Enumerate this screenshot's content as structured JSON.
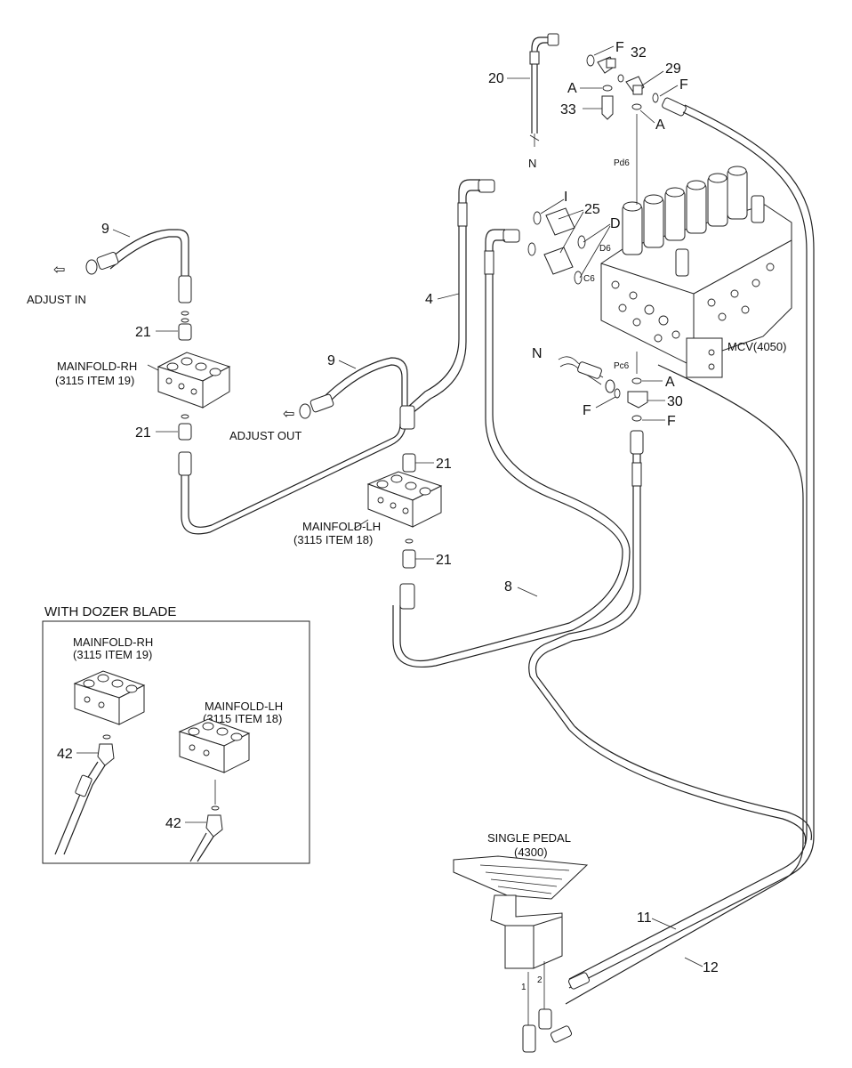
{
  "callouts": {
    "n20": "20",
    "n32": "32",
    "n33": "33",
    "n29": "29",
    "n25": "25",
    "n9a": "9",
    "n9b": "9",
    "n4": "4",
    "n8": "8",
    "n21a": "21",
    "n21b": "21",
    "n21c": "21",
    "n21d": "21",
    "n30": "30",
    "n11": "11",
    "n12": "12",
    "n42a": "42",
    "n42b": "42"
  },
  "letters": {
    "N_top": "N",
    "F_top": "F",
    "A_left": "A",
    "A_right": "A",
    "F_right": "F",
    "I": "I",
    "D": "D",
    "N_mid": "N",
    "A_mid": "A",
    "F_mid_left": "F",
    "F_mid_right": "F"
  },
  "ports": {
    "pd6": "Pd6",
    "d6": "D6",
    "c6": "C6",
    "pc6": "Pc6"
  },
  "labels": {
    "adjust_in": "ADJUST IN",
    "adjust_out": "ADJUST OUT",
    "mcv": "MCV(4050)",
    "mainfold_rh": "MAINFOLD-RH",
    "mainfold_rh_ref": "(3115 ITEM 19)",
    "mainfold_lh": "MAINFOLD-LH",
    "mainfold_lh_ref": "(3115 ITEM 18)",
    "pedal": "SINGLE PEDAL",
    "pedal_ref": "(4300)",
    "pedal_port1": "1",
    "pedal_port2": "2"
  },
  "inset": {
    "title": "WITH DOZER BLADE",
    "mainfold_rh": "MAINFOLD-RH",
    "mainfold_rh_ref": "(3115 ITEM 19)",
    "mainfold_lh": "MAINFOLD-LH",
    "mainfold_lh_ref": "(3115 ITEM 18)"
  }
}
